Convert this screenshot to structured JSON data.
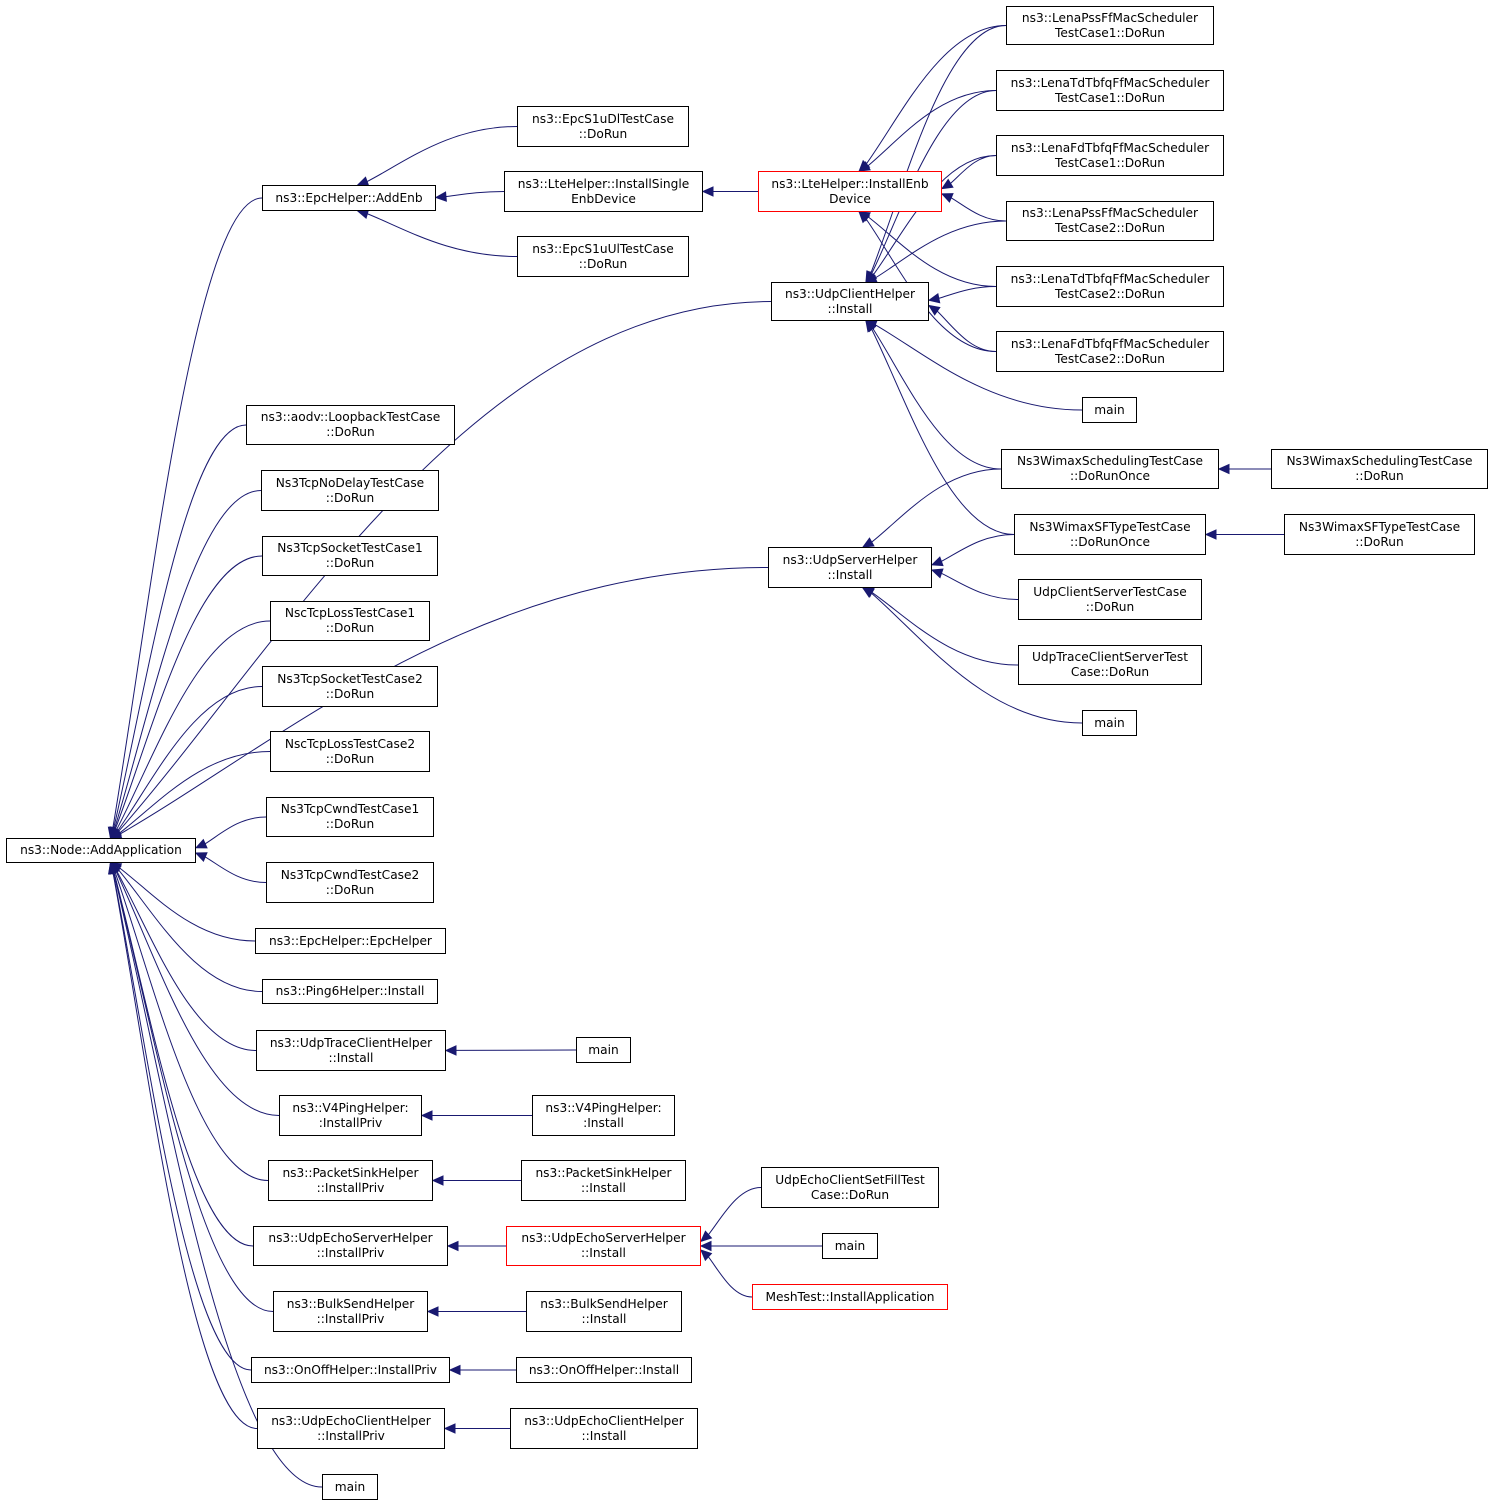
{
  "graph": {
    "colors": {
      "edge": "#191970",
      "box_border": "#000000",
      "red_border": "#ff0000",
      "root_fill": "#bfbfbf"
    },
    "nodes": {
      "n0": {
        "label": "ns3::Node::AddApplication",
        "style": "root"
      },
      "n1": {
        "label": "ns3::EpcHelper::AddEnb"
      },
      "n2": {
        "label": "ns3::EpcS1uDlTestCase\n::DoRun"
      },
      "n3": {
        "label": "ns3::LteHelper::InstallSingle\nEnbDevice"
      },
      "n4": {
        "label": "ns3::EpcS1uUlTestCase\n::DoRun"
      },
      "n5": {
        "label": "ns3::LteHelper::InstallEnb\nDevice",
        "style": "red"
      },
      "n6": {
        "label": "ns3::LenaPssFfMacScheduler\nTestCase1::DoRun"
      },
      "n7": {
        "label": "ns3::LenaTdTbfqFfMacScheduler\nTestCase1::DoRun"
      },
      "n8": {
        "label": "ns3::LenaFdTbfqFfMacScheduler\nTestCase1::DoRun"
      },
      "n9": {
        "label": "ns3::LenaPssFfMacScheduler\nTestCase2::DoRun"
      },
      "n10": {
        "label": "ns3::LenaTdTbfqFfMacScheduler\nTestCase2::DoRun"
      },
      "n11": {
        "label": "ns3::LenaFdTbfqFfMacScheduler\nTestCase2::DoRun"
      },
      "n12": {
        "label": "ns3::UdpClientHelper\n::Install"
      },
      "n13": {
        "label": "main"
      },
      "n14": {
        "label": "Ns3WimaxSchedulingTestCase\n::DoRunOnce"
      },
      "n15": {
        "label": "Ns3WimaxSchedulingTestCase\n::DoRun"
      },
      "n16": {
        "label": "Ns3WimaxSFTypeTestCase\n::DoRunOnce"
      },
      "n17": {
        "label": "Ns3WimaxSFTypeTestCase\n::DoRun"
      },
      "n18": {
        "label": "ns3::UdpServerHelper\n::Install"
      },
      "n19": {
        "label": "UdpClientServerTestCase\n::DoRun"
      },
      "n20": {
        "label": "UdpTraceClientServerTest\nCase::DoRun"
      },
      "n21": {
        "label": "main"
      },
      "n22": {
        "label": "ns3::aodv::LoopbackTestCase\n::DoRun"
      },
      "n23": {
        "label": "Ns3TcpNoDelayTestCase\n::DoRun"
      },
      "n24": {
        "label": "Ns3TcpSocketTestCase1\n::DoRun"
      },
      "n25": {
        "label": "NscTcpLossTestCase1\n::DoRun"
      },
      "n26": {
        "label": "Ns3TcpSocketTestCase2\n::DoRun"
      },
      "n27": {
        "label": "NscTcpLossTestCase2\n::DoRun"
      },
      "n28": {
        "label": "Ns3TcpCwndTestCase1\n::DoRun"
      },
      "n29": {
        "label": "Ns3TcpCwndTestCase2\n::DoRun"
      },
      "n30": {
        "label": "ns3::EpcHelper::EpcHelper"
      },
      "n31": {
        "label": "ns3::Ping6Helper::Install"
      },
      "n32": {
        "label": "ns3::UdpTraceClientHelper\n::Install"
      },
      "n33": {
        "label": "main"
      },
      "n34": {
        "label": "ns3::V4PingHelper:\n:InstallPriv"
      },
      "n35": {
        "label": "ns3::V4PingHelper:\n:Install"
      },
      "n36": {
        "label": "ns3::PacketSinkHelper\n::InstallPriv"
      },
      "n37": {
        "label": "ns3::PacketSinkHelper\n::Install"
      },
      "n38": {
        "label": "ns3::UdpEchoServerHelper\n::InstallPriv"
      },
      "n39": {
        "label": "ns3::UdpEchoServerHelper\n::Install",
        "style": "red"
      },
      "n40": {
        "label": "UdpEchoClientSetFillTest\nCase::DoRun"
      },
      "n41": {
        "label": "main"
      },
      "n42": {
        "label": "MeshTest::InstallApplication",
        "style": "red"
      },
      "n43": {
        "label": "ns3::BulkSendHelper\n::InstallPriv"
      },
      "n44": {
        "label": "ns3::BulkSendHelper\n::Install"
      },
      "n45": {
        "label": "ns3::OnOffHelper::InstallPriv"
      },
      "n46": {
        "label": "ns3::OnOffHelper::Install"
      },
      "n47": {
        "label": "ns3::UdpEchoClientHelper\n::InstallPriv"
      },
      "n48": {
        "label": "ns3::UdpEchoClientHelper\n::Install"
      },
      "n49": {
        "label": "main"
      }
    },
    "edges": [
      [
        "n1",
        "n0"
      ],
      [
        "n12",
        "n0"
      ],
      [
        "n18",
        "n0"
      ],
      [
        "n22",
        "n0"
      ],
      [
        "n23",
        "n0"
      ],
      [
        "n24",
        "n0"
      ],
      [
        "n25",
        "n0"
      ],
      [
        "n26",
        "n0"
      ],
      [
        "n27",
        "n0"
      ],
      [
        "n28",
        "n0"
      ],
      [
        "n29",
        "n0"
      ],
      [
        "n30",
        "n0"
      ],
      [
        "n31",
        "n0"
      ],
      [
        "n32",
        "n0"
      ],
      [
        "n34",
        "n0"
      ],
      [
        "n36",
        "n0"
      ],
      [
        "n38",
        "n0"
      ],
      [
        "n43",
        "n0"
      ],
      [
        "n45",
        "n0"
      ],
      [
        "n47",
        "n0"
      ],
      [
        "n49",
        "n0"
      ],
      [
        "n2",
        "n1"
      ],
      [
        "n3",
        "n1"
      ],
      [
        "n4",
        "n1"
      ],
      [
        "n5",
        "n3"
      ],
      [
        "n6",
        "n5"
      ],
      [
        "n7",
        "n5"
      ],
      [
        "n8",
        "n5"
      ],
      [
        "n9",
        "n5"
      ],
      [
        "n10",
        "n5"
      ],
      [
        "n11",
        "n5"
      ],
      [
        "n6",
        "n12"
      ],
      [
        "n7",
        "n12"
      ],
      [
        "n8",
        "n12"
      ],
      [
        "n9",
        "n12"
      ],
      [
        "n10",
        "n12"
      ],
      [
        "n11",
        "n12"
      ],
      [
        "n13",
        "n12"
      ],
      [
        "n14",
        "n12"
      ],
      [
        "n16",
        "n12"
      ],
      [
        "n15",
        "n14"
      ],
      [
        "n17",
        "n16"
      ],
      [
        "n14",
        "n18"
      ],
      [
        "n16",
        "n18"
      ],
      [
        "n19",
        "n18"
      ],
      [
        "n20",
        "n18"
      ],
      [
        "n21",
        "n18"
      ],
      [
        "n33",
        "n32"
      ],
      [
        "n35",
        "n34"
      ],
      [
        "n37",
        "n36"
      ],
      [
        "n39",
        "n38"
      ],
      [
        "n40",
        "n39"
      ],
      [
        "n41",
        "n39"
      ],
      [
        "n42",
        "n39"
      ],
      [
        "n44",
        "n43"
      ],
      [
        "n46",
        "n45"
      ],
      [
        "n48",
        "n47"
      ]
    ]
  }
}
